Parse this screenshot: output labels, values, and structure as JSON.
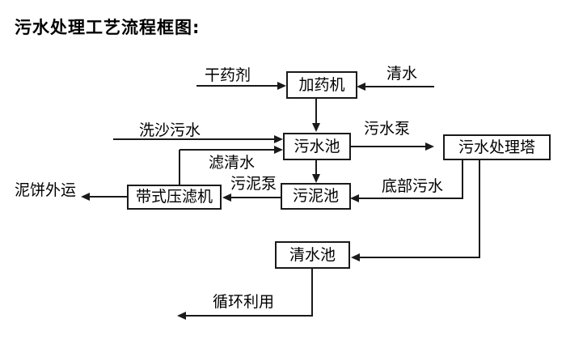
{
  "title": "污水处理工艺流程框图:",
  "nodes": {
    "dosing_machine": "加药机",
    "sewage_pool": "污水池",
    "sewage_treatment_tower": "污水处理塔",
    "sludge_pool": "污泥池",
    "belt_filter_press": "带式压滤机",
    "clear_water_pool": "清水池"
  },
  "edge_labels": {
    "dry_agent": "干药剂",
    "clear_water": "清水",
    "sand_washing_sewage": "洗沙污水",
    "sewage_pump": "污水泵",
    "filtered_water": "滤清水",
    "sludge_pump": "污泥泵",
    "bottom_sewage": "底部污水",
    "mud_cake_outbound": "泥饼外运",
    "recycling_use": "循环利用"
  },
  "colors": {
    "line": "#1a1a1a",
    "text": "#000000",
    "background": "#ffffff"
  }
}
